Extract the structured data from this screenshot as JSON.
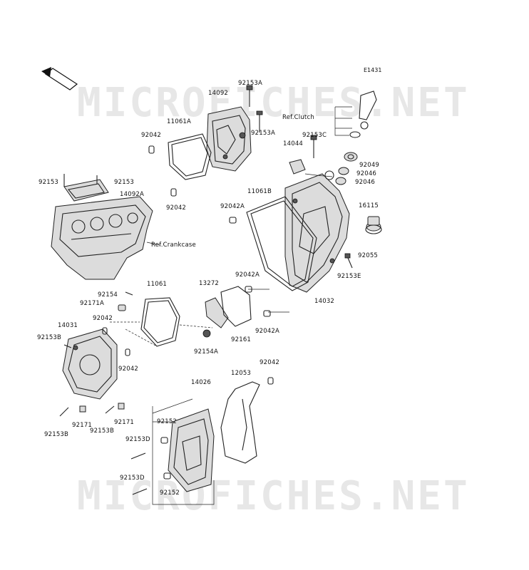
{
  "diagram_code": "E1431",
  "front_marker": "FRONT",
  "watermark_top": "MICROFICHES.NET",
  "watermark_bottom": "MICROFICHES.NET",
  "labels": {
    "p92153A_top": "92153A",
    "p14092": "14092",
    "p11061A": "11061A",
    "p92153A_mid": "92153A",
    "p92042_a": "92042",
    "p92042_b": "92042",
    "ref_clutch": "Ref.Clutch",
    "p92153C": "92153C",
    "p14044": "14044",
    "p92049": "92049",
    "p92046_a": "92046",
    "p92046_b": "92046",
    "p92153_left": "92153",
    "p92153_right": "92153",
    "p14092A": "14092A",
    "p11061B": "11061B",
    "p92042A_top": "92042A",
    "p16115": "16115",
    "ref_crankcase": "Ref.Crankcase",
    "p92055": "92055",
    "p92153E": "92153E",
    "p92042A_mid": "92042A",
    "p14032": "14032",
    "p92154": "92154",
    "p11061": "11061",
    "p13272": "13272",
    "p92171A": "92171A",
    "p92042_c": "92042",
    "p14031": "14031",
    "p92153B_a": "92153B",
    "p92042A_low": "92042A",
    "p92161": "92161",
    "p92154A": "92154A",
    "p92042_d": "92042",
    "p92042_e": "92042",
    "p12053": "12053",
    "p14026": "14026",
    "p92152_a": "92152",
    "p92171_a": "92171",
    "p92153B_b": "92153B",
    "p92171_b": "92171",
    "p92153B_c": "92153B",
    "p92153D_a": "92153D",
    "p92153D_b": "92153D",
    "p92152_b": "92152"
  }
}
